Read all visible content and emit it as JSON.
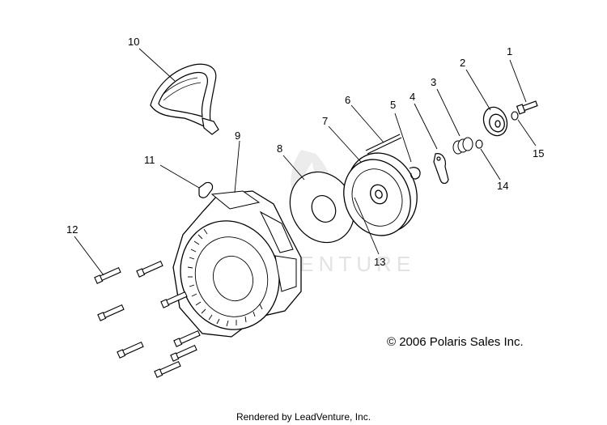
{
  "callouts": [
    "1",
    "2",
    "3",
    "4",
    "5",
    "6",
    "7",
    "8",
    "9",
    "10",
    "11",
    "12",
    "13",
    "14",
    "15"
  ],
  "copyright": "© 2006 Polaris Sales Inc.",
  "footer": "Rendered by LeadVenture, Inc.",
  "watermark": "LEADVENTURE",
  "colors": {
    "line": "#000000",
    "watermark": "#e3e3e3",
    "background": "#ffffff"
  }
}
